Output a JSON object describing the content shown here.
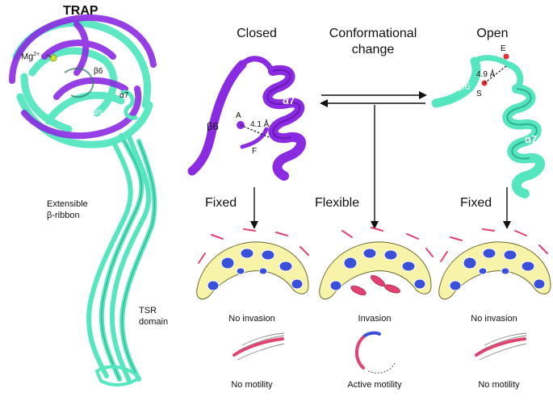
{
  "figure": {
    "title": "TRAP",
    "labels": {
      "mg": "Mg",
      "mg_sup": "2+",
      "beta6_left": "β6",
      "alpha7_left": "α7",
      "i_domain": "I domain",
      "extensible_1": "Extensible",
      "extensible_2": "β-ribbon",
      "tsr_1": "TSR",
      "tsr_2": "domain"
    },
    "states": {
      "closed": "Closed",
      "conformational_1": "Conformational",
      "conformational_2": "change",
      "open": "Open"
    },
    "closed_structure": {
      "alpha7": "α7",
      "beta6": "β6",
      "res_a": "A",
      "res_f": "F",
      "distance": "4.1 Å"
    },
    "open_structure": {
      "alpha7": "α7",
      "beta6": "β6",
      "res_e": "E",
      "res_s": "S",
      "distance": "4.9 Å"
    },
    "columns": [
      {
        "mode": "Fixed",
        "invasion": "No invasion",
        "motility": "No motility"
      },
      {
        "mode": "Flexible",
        "invasion": "Invasion",
        "motility": "Active motility"
      },
      {
        "mode": "Fixed",
        "invasion": "No invasion",
        "motility": "No motility"
      }
    ],
    "colors": {
      "purple": "#8a2be2",
      "cyan": "#55e6c0",
      "cell_yellow": "#f7f3a8",
      "nucleus_blue": "#3a50d8",
      "parasite_pink": "#e0436f"
    }
  }
}
